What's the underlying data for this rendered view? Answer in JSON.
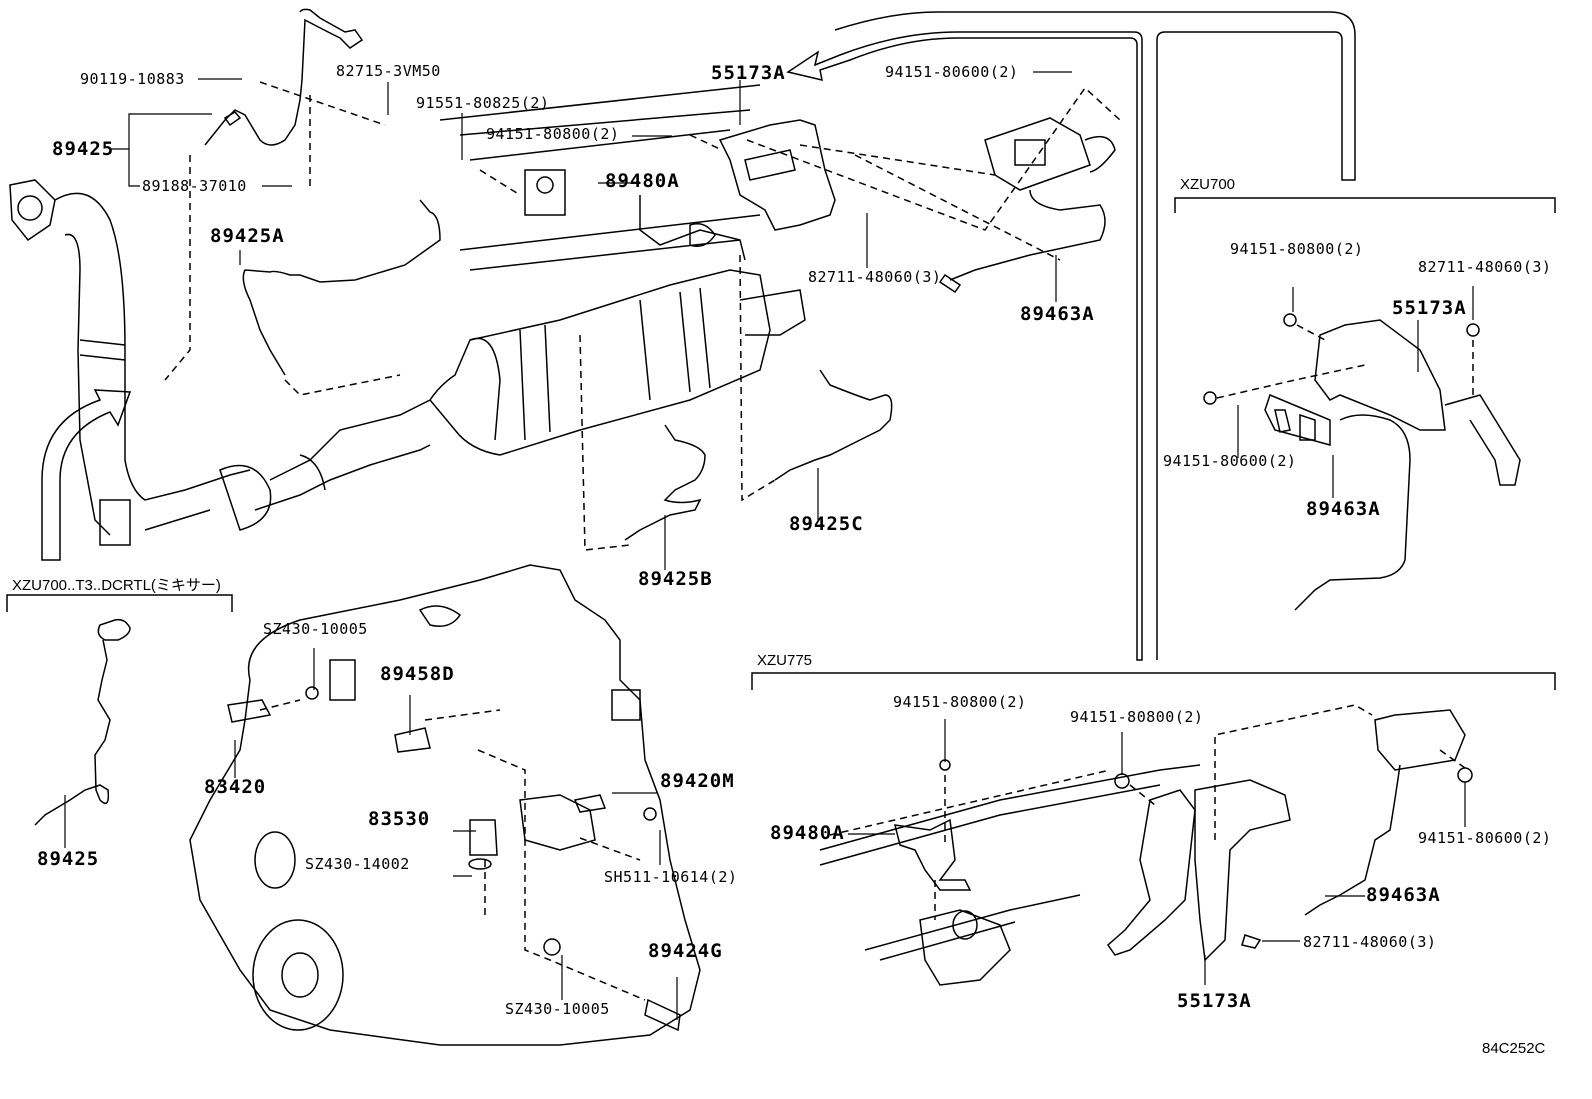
{
  "diagram": {
    "type": "exploded parts diagram",
    "code": "84C252C",
    "sections": [
      {
        "id": "main",
        "label": ""
      },
      {
        "id": "xzu700",
        "label": "XZU700"
      },
      {
        "id": "xzu775",
        "label": "XZU775"
      },
      {
        "id": "mixer",
        "label": "XZU700..T3..DCRTL(ミキサー)"
      }
    ],
    "labels": {
      "p90119_10883": "90119-10883",
      "p82715_3VM50": "82715-3VM50",
      "p89425_main": "89425",
      "p89188_37010": "89188-37010",
      "p91551_80825": "91551-80825(2)",
      "p94151_80800_top": "94151-80800(2)",
      "p89480A_top": "89480A",
      "p55173A_top": "55173A",
      "p94151_80600_top": "94151-80600(2)",
      "p82711_48060_top": "82711-48060(3)",
      "p89463A_top": "89463A",
      "p89425A": "89425A",
      "p89425B": "89425B",
      "p89425C": "89425C",
      "x700_94151_80800": "94151-80800(2)",
      "x700_82711_48060": "82711-48060(3)",
      "x700_55173A": "55173A",
      "x700_94151_80600": "94151-80600(2)",
      "x700_89463A": "89463A",
      "mix_89425": "89425",
      "eng_SZ430_10005_top": "SZ430-10005",
      "eng_89458D": "89458D",
      "eng_83420": "83420",
      "eng_89420M": "89420M",
      "eng_83530": "83530",
      "eng_SZ430_14002": "SZ430-14002",
      "eng_SH511_10614": "SH511-10614(2)",
      "eng_89424G": "89424G",
      "eng_SZ430_10005_bot": "SZ430-10005",
      "x775_94151_80800_a": "94151-80800(2)",
      "x775_94151_80800_b": "94151-80800(2)",
      "x775_89480A": "89480A",
      "x775_94151_80600": "94151-80600(2)",
      "x775_89463A": "89463A",
      "x775_82711_48060": "82711-48060(3)",
      "x775_55173A": "55173A"
    }
  }
}
